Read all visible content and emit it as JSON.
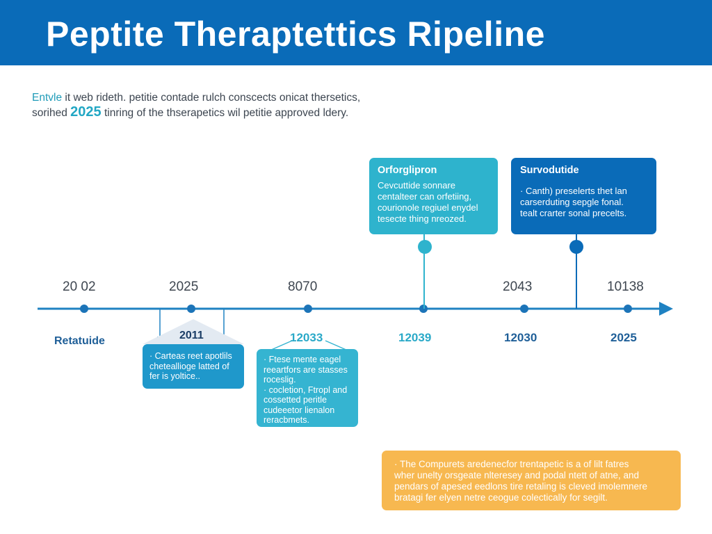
{
  "title": "Peptite Theraptettics Ripeline",
  "intro": {
    "line1_lead": "Entvle",
    "line1_rest": " it web rideth. petitie contade rulch conscects onicat thersetics,",
    "line2_start": "sorihed ",
    "line2_highlight": "2025",
    "line2_end": " tinring of the thserapetics wil petitie approved ldery."
  },
  "timeline": {
    "top_years": [
      "20 02",
      "2025",
      "8070",
      "2043",
      "10138"
    ],
    "bottom_years": [
      "12033",
      "12039",
      "12030",
      "2025"
    ],
    "left_label": "Retatuide"
  },
  "cards": {
    "orforglipron": {
      "heading": "Orforglipron",
      "lines": [
        "Cevcuttide sonnare",
        "centalteer can orfetiing,",
        "courionole regiuel enydel",
        "tesecte thing nreozed."
      ]
    },
    "survodutide": {
      "heading": "Survodutide",
      "lines": [
        "· Canth) preselerts thet lan",
        "carserduting sepgle fonal.",
        "tealt crarter sonal precelts."
      ]
    },
    "card_2011": {
      "label": "2011",
      "lines": [
        "· Carteas reet apotlils",
        "cheteallioge latted of",
        "fer is yoltice.."
      ]
    },
    "card_12033": {
      "lines": [
        "· Ftese mente eagel",
        "reeartfors are stasses",
        "roceslig.",
        "· cocletion, Ftropl and",
        "cossetted peritle",
        "cudeeetor lienalon",
        "reracbmets."
      ]
    },
    "note": {
      "lines": [
        "· The Compurets aredenecfor trentapetic is a of lilt fatres",
        "wher unelty orsgeate nlteresey and podal ntett of atne, and",
        "pendars of apesed eedlons tire retaling is cleved imolemnere",
        "bratagi fer elyen netre ceogue colectically for segilt."
      ]
    }
  },
  "colors": {
    "header": "#0a6bb8",
    "teal": "#2eb3cd",
    "blue": "#0a6bb8",
    "orange": "#f7b850",
    "axis": "#1f82c2"
  }
}
